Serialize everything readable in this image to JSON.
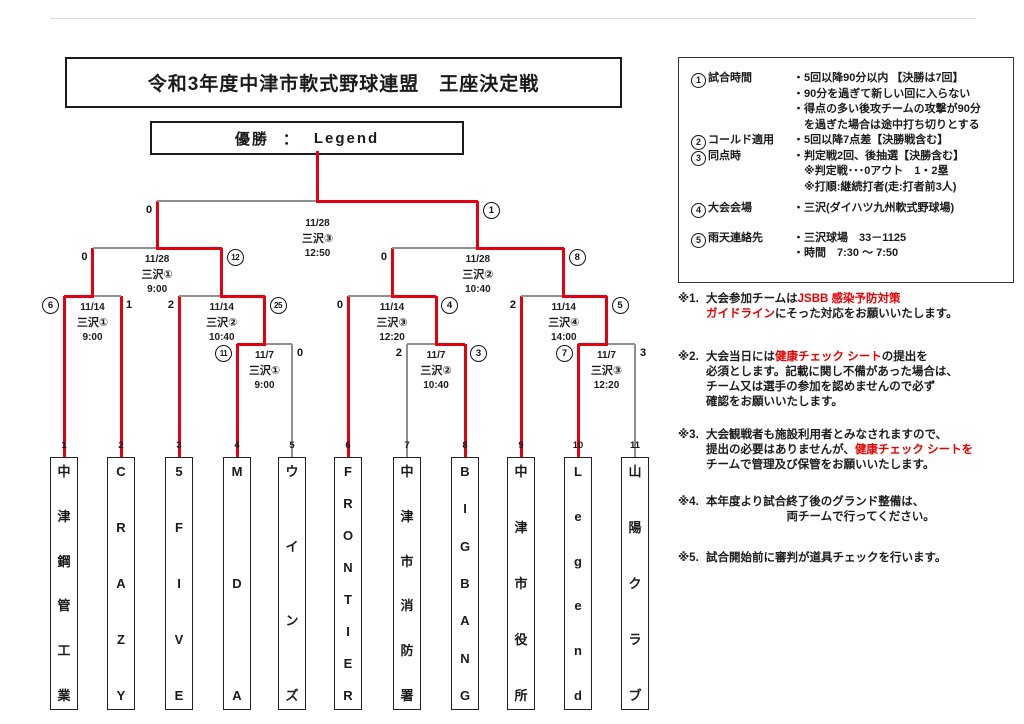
{
  "title": "令和3年度中津市軟式野球連盟　王座決定戦",
  "champion": {
    "label": "優勝",
    "separator": "：",
    "name": "Legend"
  },
  "colors": {
    "line_red": "#e3000f",
    "line_gray": "#8f8f8f",
    "text_red": "#e60000",
    "ink": "#1b1b1b"
  },
  "teams": [
    {
      "num": "1",
      "name": "中津鋼管工業"
    },
    {
      "num": "2",
      "name": "CRAZY"
    },
    {
      "num": "3",
      "name": "5FIVE"
    },
    {
      "num": "4",
      "name": "MDA"
    },
    {
      "num": "5",
      "name": "ウインズ"
    },
    {
      "num": "6",
      "name": "FRONTIER"
    },
    {
      "num": "7",
      "name": "中津市消防署"
    },
    {
      "num": "8",
      "name": "BIGBANG"
    },
    {
      "num": "9",
      "name": "中津市役所"
    },
    {
      "num": "10",
      "name": "Legend"
    },
    {
      "num": "11",
      "name": "山陽クラブ"
    }
  ],
  "matches": {
    "MA": {
      "date": "11/7",
      "venue": "三沢①",
      "time": "9:00",
      "left_score": "11",
      "left_circled": true,
      "right_score": "0",
      "right_circled": false
    },
    "MB": {
      "date": "11/7",
      "venue": "三沢②",
      "time": "10:40",
      "left_score": "2",
      "left_circled": false,
      "right_score": "3",
      "right_circled": true
    },
    "MC": {
      "date": "11/7",
      "venue": "三沢③",
      "time": "12:20",
      "left_score": "7",
      "left_circled": true,
      "right_score": "3",
      "right_circled": false
    },
    "QF1": {
      "date": "11/14",
      "venue": "三沢①",
      "time": "9:00",
      "left_score": "6",
      "left_circled": true,
      "right_score": "1",
      "right_circled": false
    },
    "QF2": {
      "date": "11/14",
      "venue": "三沢②",
      "time": "10:40",
      "left_score": "2",
      "left_circled": false,
      "right_score": "25",
      "right_circled": true
    },
    "QF3": {
      "date": "11/14",
      "venue": "三沢③",
      "time": "12:20",
      "left_score": "0",
      "left_circled": false,
      "right_score": "4",
      "right_circled": true
    },
    "QF4": {
      "date": "11/14",
      "venue": "三沢④",
      "time": "14:00",
      "left_score": "2",
      "left_circled": false,
      "right_score": "5",
      "right_circled": true
    },
    "SF1": {
      "date": "11/28",
      "venue": "三沢①",
      "time": "9:00",
      "left_score": "0",
      "left_circled": false,
      "right_score": "12",
      "right_circled": true
    },
    "SF2": {
      "date": "11/28",
      "venue": "三沢②",
      "time": "10:40",
      "left_score": "0",
      "left_circled": false,
      "right_score": "8",
      "right_circled": true
    },
    "F": {
      "date": "11/28",
      "venue": "三沢③",
      "time": "12:50",
      "left_score": "0",
      "left_circled": false,
      "right_score": "1",
      "right_circled": true
    }
  },
  "rules": [
    {
      "num": "1",
      "label": "試合時間",
      "lines": [
        "・5回以降90分以内 【決勝は7回】",
        "・90分を過ぎて新しい回に入らない",
        "・得点の多い後攻チームの攻撃が90分",
        "　を過ぎた場合は途中打ち切りとする"
      ]
    },
    {
      "num": "2",
      "label": "コールド適用",
      "lines": [
        "・5回以降7点差【決勝戦含む】"
      ]
    },
    {
      "num": "3",
      "label": "同点時",
      "lines": [
        "・判定戦2回、後抽選【決勝含む】",
        "　※判定戦･･･0アウト　1・2塁",
        "　※打順:継続打者(走:打者前3人)"
      ]
    },
    {
      "num": "4",
      "label": "大会会場",
      "gap": 6,
      "lines": [
        "・三沢(ダイハツ九州軟式野球場)"
      ]
    },
    {
      "num": "5",
      "label": "雨天連絡先",
      "gap": 14,
      "lines": [
        "・三沢球場　33－1125",
        "・時間　7:30 ～ 7:50"
      ]
    }
  ],
  "notes": [
    {
      "num": "※1.",
      "margin": 28,
      "lines": [
        [
          {
            "t": "大会参加チームは"
          },
          {
            "t": "JSBB 感染予防対策",
            "red": true
          }
        ],
        [
          {
            "t": "ガイドライン",
            "red": true
          },
          {
            "t": "にそった対応をお願いいたします。"
          }
        ]
      ]
    },
    {
      "num": "※2.",
      "margin": 18,
      "lines": [
        [
          {
            "t": "大会当日には"
          },
          {
            "t": "健康チェック シート",
            "red": true
          },
          {
            "t": "の提出を"
          }
        ],
        [
          {
            "t": "必須とします。記載に関し不備があった場合は、"
          }
        ],
        [
          {
            "t": "チーム又は選手の参加を認めませんので必ず"
          }
        ],
        [
          {
            "t": "確認をお願いいたします。"
          }
        ]
      ]
    },
    {
      "num": "※3.",
      "margin": 22,
      "lines": [
        [
          {
            "t": "大会観戦者も施設利用者とみなされますので、"
          }
        ],
        [
          {
            "t": "提出の必要はありませんが、"
          },
          {
            "t": "健康チェック シートを",
            "red": true
          }
        ],
        [
          {
            "t": "チームで管理及び保管をお願いいたします。"
          }
        ]
      ]
    },
    {
      "num": "※4.",
      "margin": 26,
      "lines": [
        [
          {
            "t": "本年度より試合終了後のグランド整備は、"
          }
        ],
        [
          {
            "t": "　　　　　　　両チームで行ってください。"
          }
        ]
      ]
    },
    {
      "num": "※5.",
      "margin": 0,
      "lines": [
        [
          {
            "t": "試合開始前に審判が道具チェックを行います。"
          }
        ]
      ]
    }
  ]
}
